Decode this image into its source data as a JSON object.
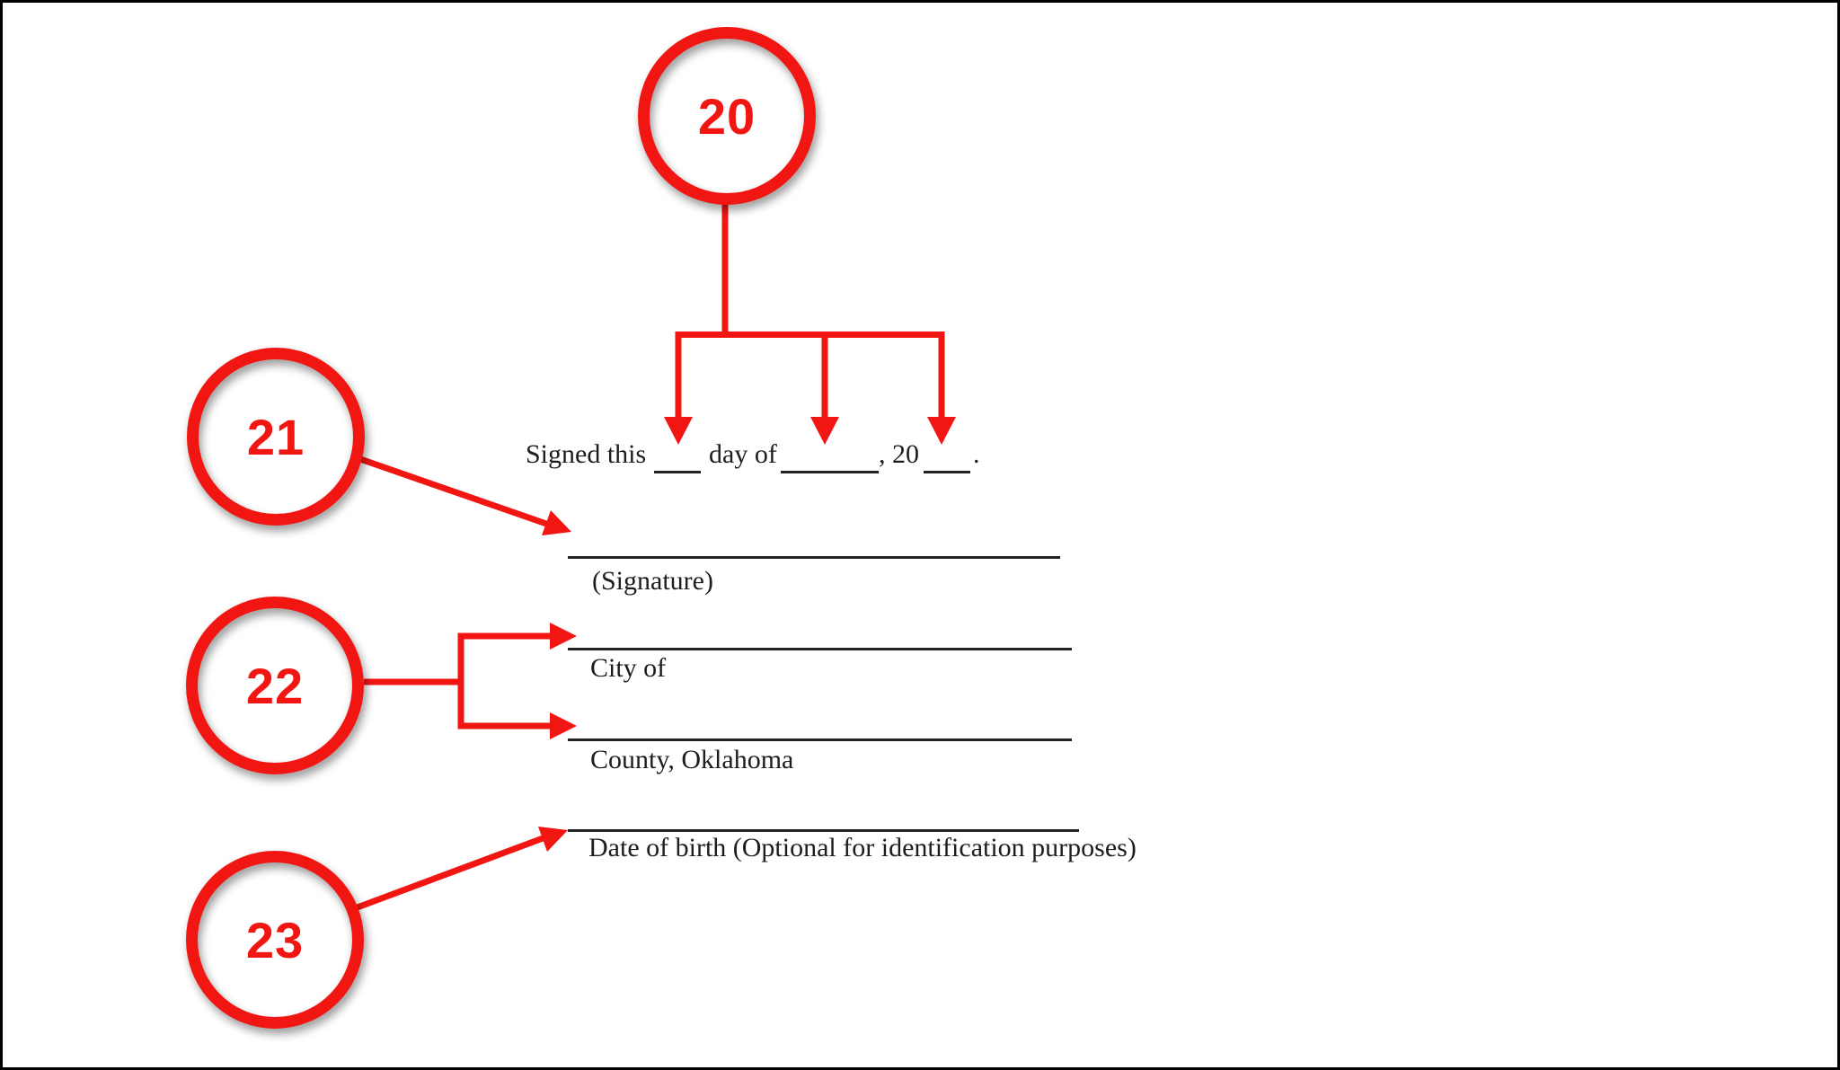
{
  "colors": {
    "accent_red": "#f21613",
    "ink": "#1d1d1d",
    "page_background": "#ffffff",
    "page_border": "#000000"
  },
  "callouts": [
    {
      "number": "20"
    },
    {
      "number": "21"
    },
    {
      "number": "22"
    },
    {
      "number": "23"
    }
  ],
  "form": {
    "signed_sentence": {
      "lead": "Signed this",
      "day_of": "day of",
      "year_prefix": ", 20",
      "terminator": "."
    },
    "fields": [
      {
        "label": "(Signature)"
      },
      {
        "label": "City of"
      },
      {
        "label": "County, Oklahoma"
      },
      {
        "label": "Date of birth (Optional for identification purposes)"
      }
    ]
  }
}
